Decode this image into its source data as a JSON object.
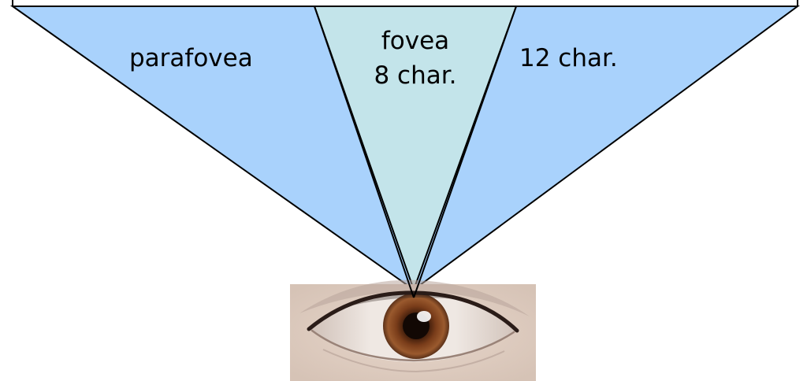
{
  "labels": {
    "parafovea": "parafovea",
    "fovea": "fovea",
    "fovea_span": "8 char.",
    "parafovea_span": "12 char."
  },
  "colors": {
    "parafovea_fill": "#a9d2fc",
    "fovea_fill": "#c3e4ea",
    "line": "#000000",
    "background": "#ffffff"
  },
  "icons": {
    "eye": "eye-photo"
  }
}
